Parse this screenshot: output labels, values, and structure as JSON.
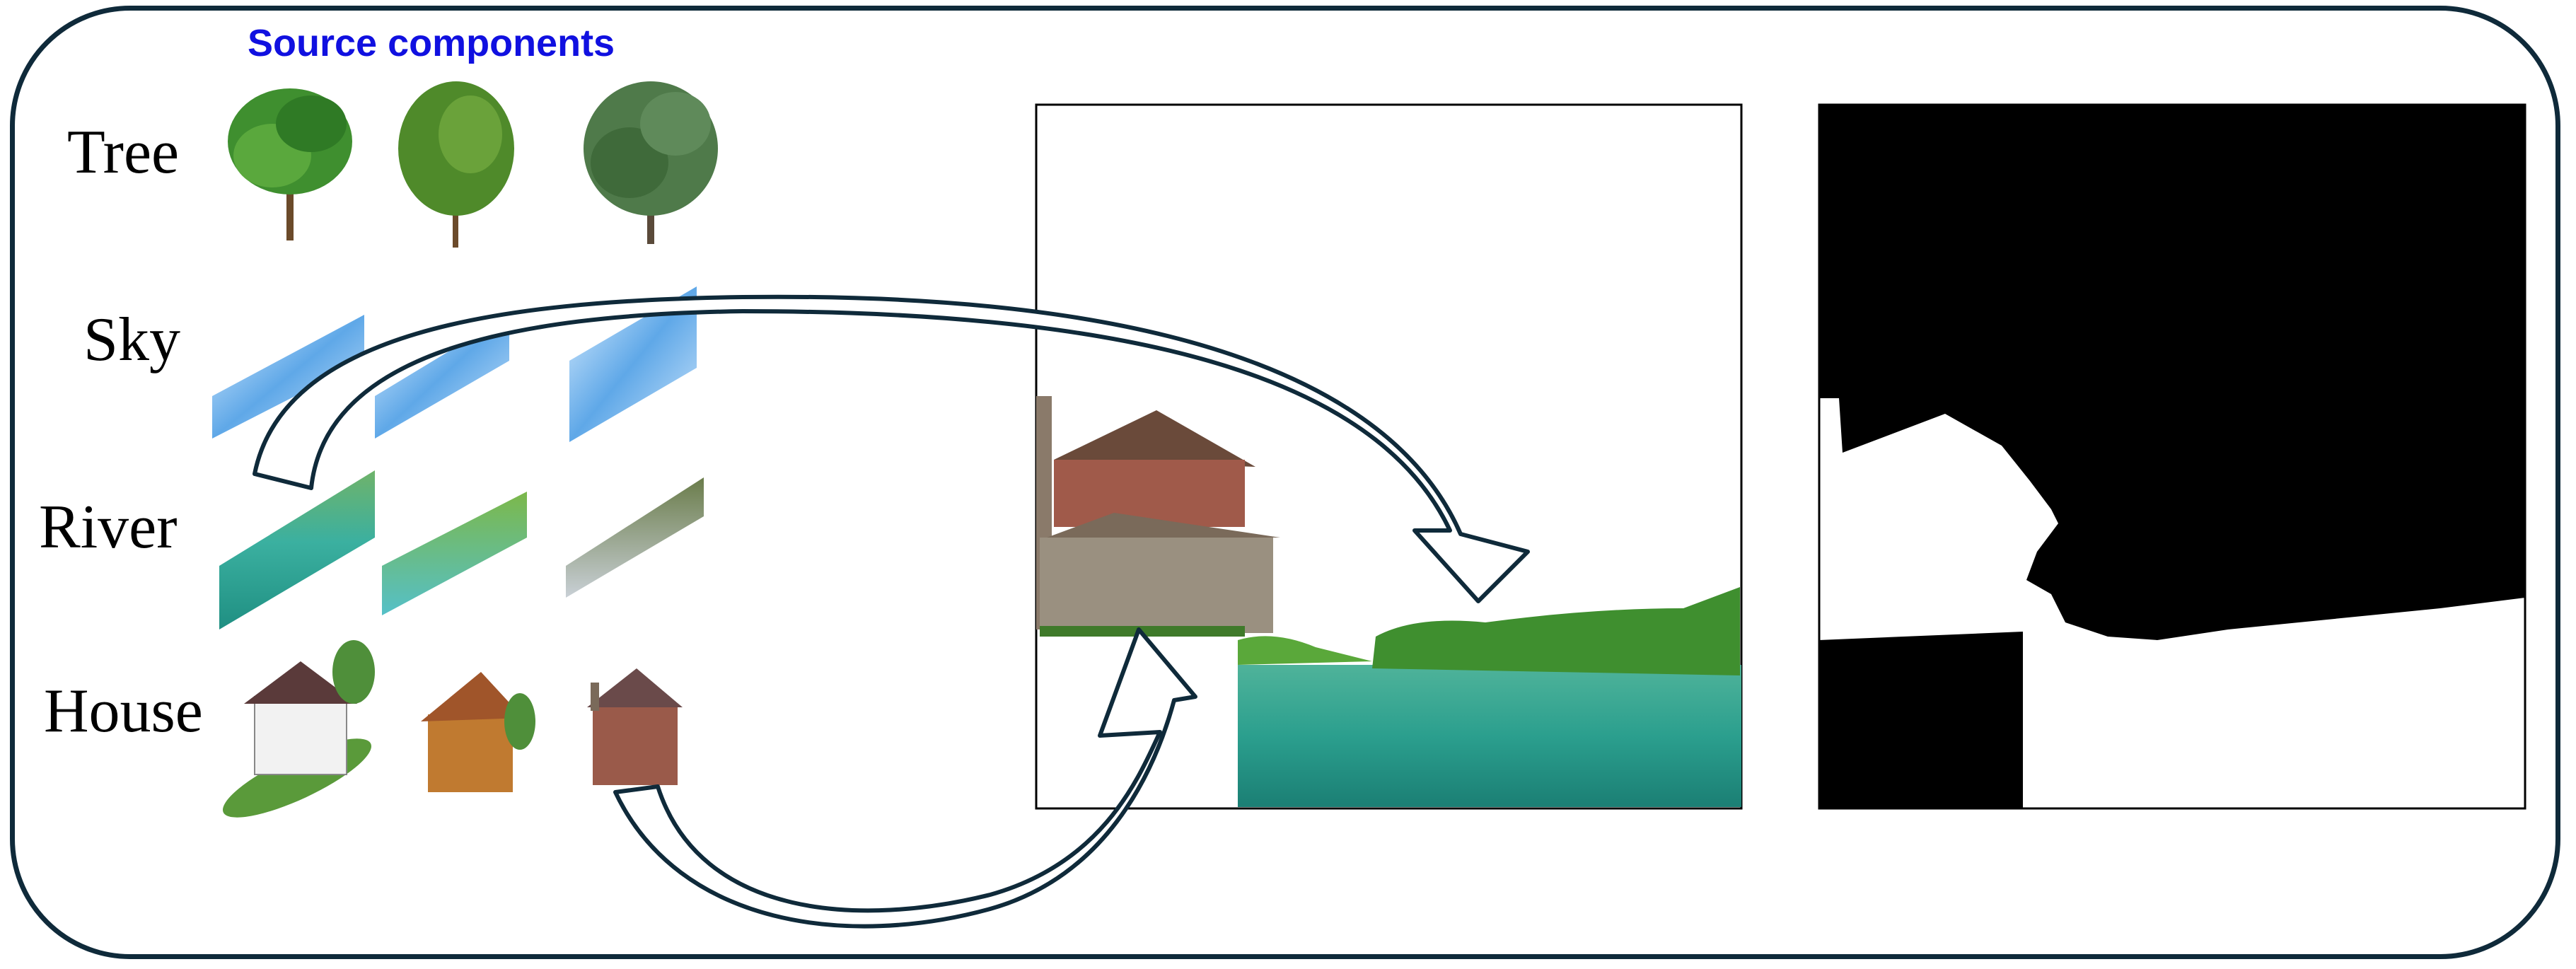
{
  "heading": "Source components",
  "rows": [
    {
      "label": "Tree"
    },
    {
      "label": "Sky"
    },
    {
      "label": "River"
    },
    {
      "label": "House"
    }
  ],
  "colors": {
    "frame": "#0f2a3a",
    "heading": "#1010e0",
    "arrow_stroke": "#0f2a3a",
    "tree_foliage": "#3f8f2f",
    "sky_blue": "#5fa8e8",
    "river_teal": "#2fa89a",
    "house_brick": "#9a5a4a",
    "mask_black": "#000000",
    "mask_white": "#ffffff"
  },
  "icons": [
    "tree-image",
    "sky-image",
    "river-image",
    "house-image",
    "composite-canvas",
    "mask-canvas",
    "curved-arrow"
  ]
}
